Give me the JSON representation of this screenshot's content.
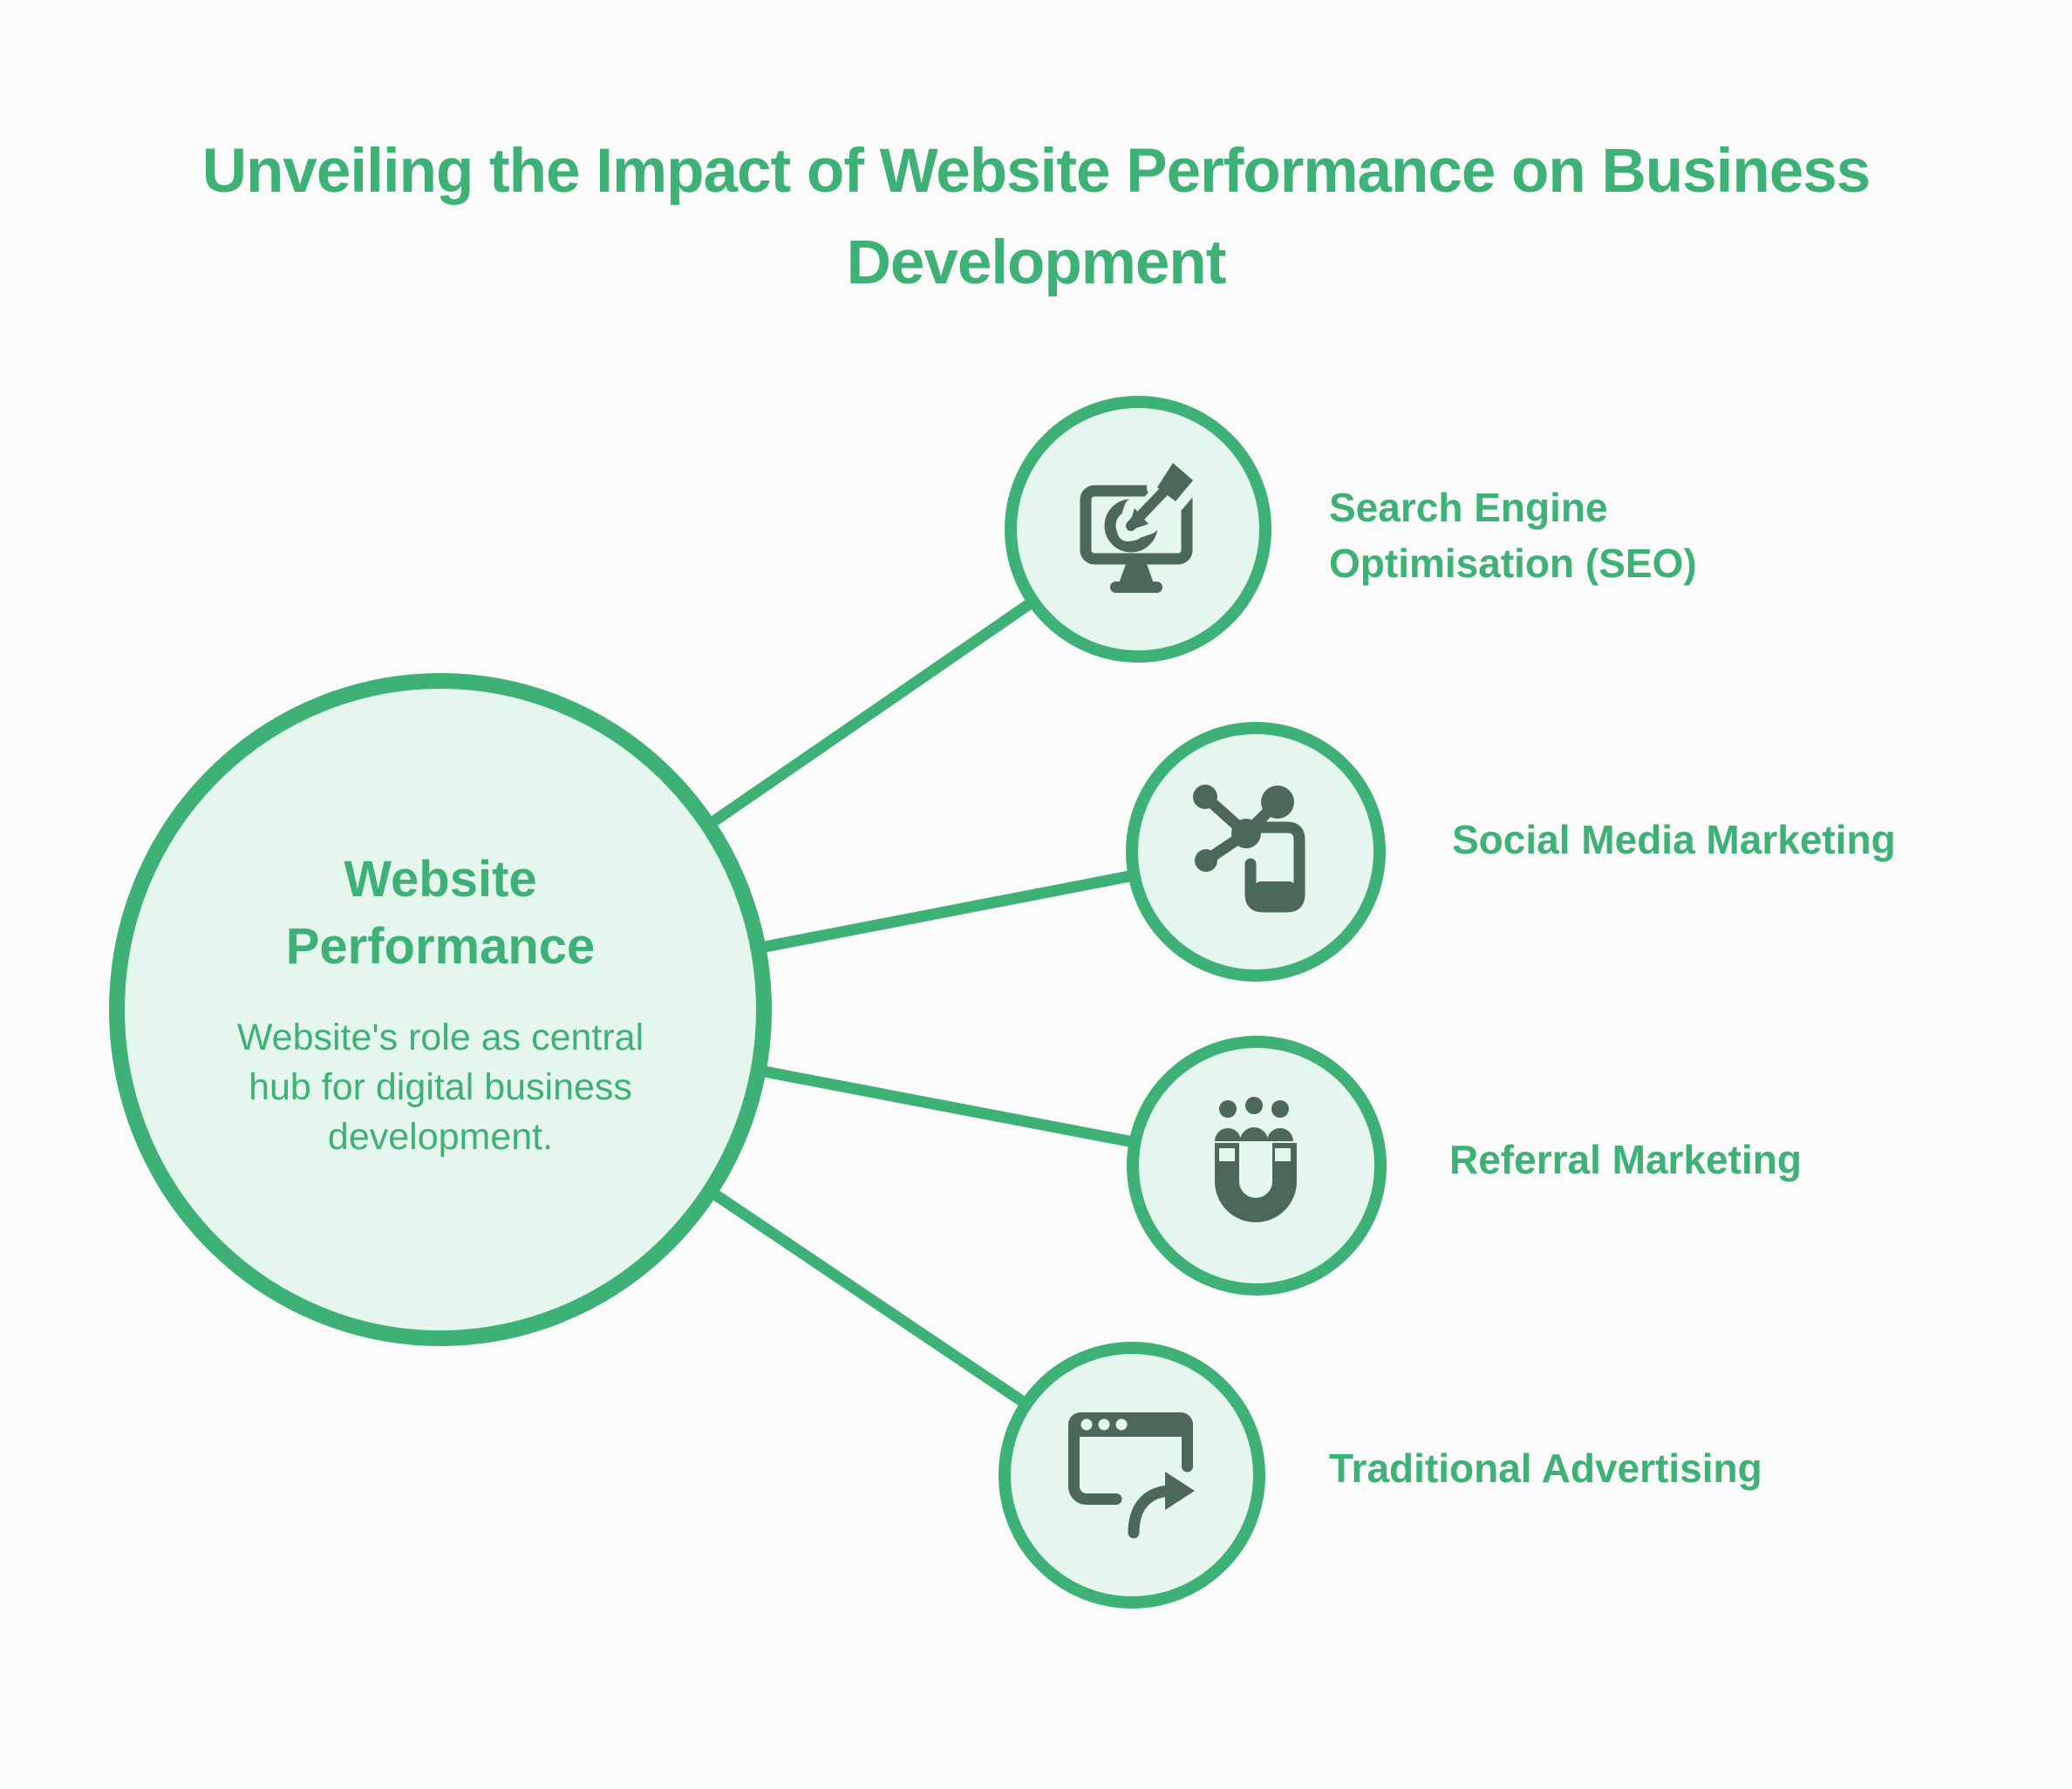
{
  "title": {
    "lines": [
      "Unveiling the Impact of Website Performance on Business",
      "Development"
    ]
  },
  "hub": {
    "title_lines": [
      "Website",
      "Performance"
    ],
    "description_lines": [
      "Website's role as central",
      "hub for digital business",
      "development."
    ]
  },
  "nodes": [
    {
      "id": "seo",
      "icon": "seo-target-monitor-icon",
      "label_lines": [
        "Search Engine",
        "Optimisation (SEO)"
      ]
    },
    {
      "id": "social",
      "icon": "social-share-network-icon",
      "label_lines": [
        "Social Media Marketing"
      ]
    },
    {
      "id": "referral",
      "icon": "magnet-people-icon",
      "label_lines": [
        "Referral Marketing"
      ]
    },
    {
      "id": "traditional",
      "icon": "browser-share-arrow-icon",
      "label_lines": [
        "Traditional Advertising"
      ]
    }
  ],
  "colors": {
    "accent_green": "#3DB176",
    "light_fill": "#E5F6EE",
    "icon_dark": "#4B685A",
    "background": "#FBFBFB"
  }
}
